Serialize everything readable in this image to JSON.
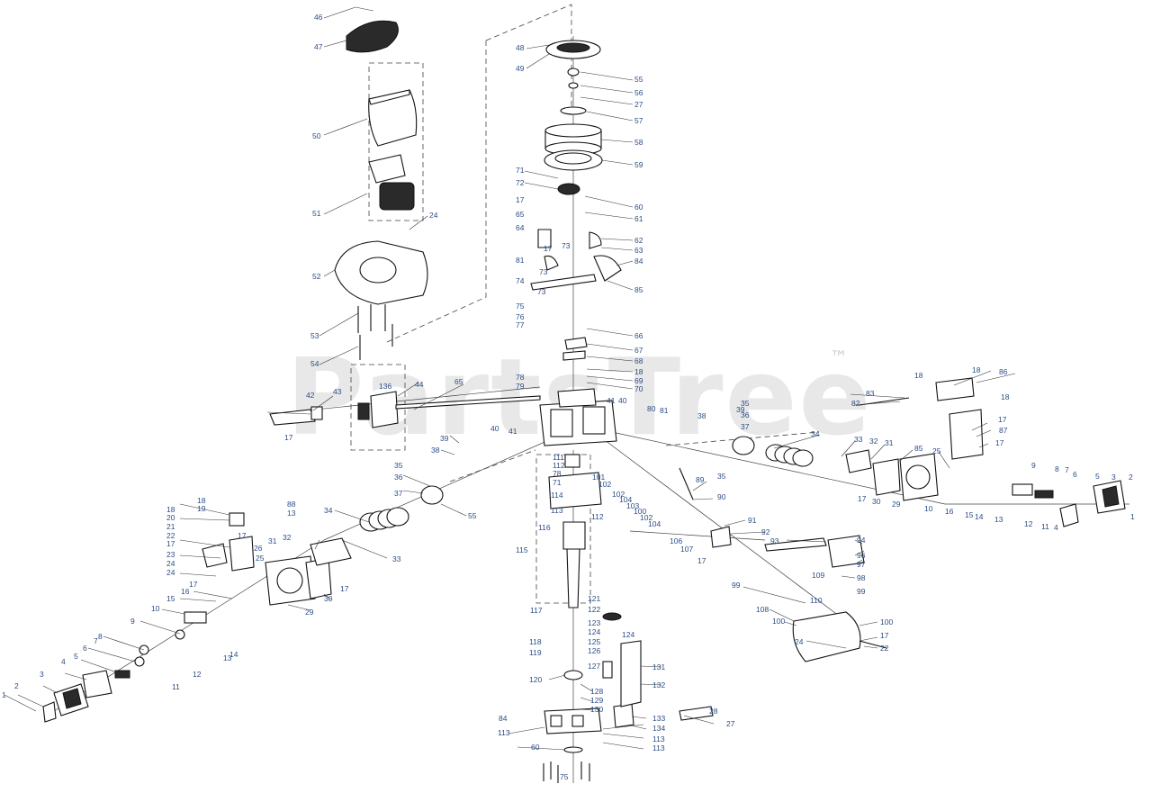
{
  "watermark": {
    "text": "PartsTree",
    "trademark": "™"
  },
  "callouts": {
    "n1": "1",
    "n2": "2",
    "n3": "3",
    "n4": "4",
    "n5": "5",
    "n6": "6",
    "n7": "7",
    "n8": "8",
    "n9": "9",
    "n10": "10",
    "n11": "11",
    "n12": "12",
    "n13": "13",
    "n14": "14",
    "n15": "15",
    "n16": "16",
    "n17": "17",
    "n18": "18",
    "n19": "19",
    "n20": "20",
    "n21": "21",
    "n22": "22",
    "n23": "23",
    "n24": "24",
    "n25": "25",
    "n26": "26",
    "n27": "27",
    "n28": "28",
    "n29": "29",
    "n30": "30",
    "n31": "31",
    "n32": "32",
    "n33": "33",
    "n34": "34",
    "n35": "35",
    "n36": "36",
    "n37": "37",
    "n38": "38",
    "n39": "39",
    "n40": "40",
    "n41": "41",
    "n42": "42",
    "n43": "43",
    "n44": "44",
    "n46": "46",
    "n47": "47",
    "n48": "48",
    "n49": "49",
    "n50": "50",
    "n51": "51",
    "n52": "52",
    "n53": "53",
    "n54": "54",
    "n55": "55",
    "n56": "56",
    "n57": "57",
    "n58": "58",
    "n59": "59",
    "n60": "60",
    "n61": "61",
    "n62": "62",
    "n63": "63",
    "n64": "64",
    "n65": "65",
    "n66": "66",
    "n67": "67",
    "n68": "68",
    "n69": "69",
    "n70": "70",
    "n71": "71",
    "n72": "72",
    "n73": "73",
    "n74": "74",
    "n75": "75",
    "n76": "76",
    "n77": "77",
    "n78": "78",
    "n79": "79",
    "n80": "80",
    "n81": "81",
    "n82": "82",
    "n83": "83",
    "n84": "84",
    "n85": "85",
    "n86": "86",
    "n87": "87",
    "n88": "88",
    "n89": "89",
    "n90": "90",
    "n91": "91",
    "n92": "92",
    "n93": "93",
    "n94": "94",
    "n95": "95",
    "n96": "96",
    "n97": "97",
    "n98": "98",
    "n99": "99",
    "n100": "100",
    "n101": "101",
    "n102": "102",
    "n103": "103",
    "n104": "104",
    "n106": "106",
    "n107": "107",
    "n108": "108",
    "n109": "109",
    "n110": "110",
    "n111": "111",
    "n112": "112",
    "n113": "113",
    "n114": "114",
    "n115": "115",
    "n116": "116",
    "n117": "117",
    "n118": "118",
    "n119": "119",
    "n120": "120",
    "n121": "121",
    "n122": "122",
    "n123": "123",
    "n124": "124",
    "n125": "125",
    "n126": "126",
    "n127": "127",
    "n128": "128",
    "n129": "129",
    "n130": "130",
    "n131": "131",
    "n132": "132",
    "n133": "133",
    "n134": "134",
    "n136": "136"
  }
}
